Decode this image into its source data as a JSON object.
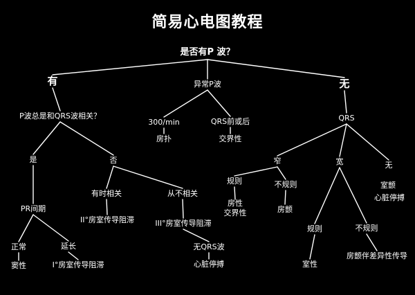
{
  "title": "简易心电图教程",
  "colors": {
    "background": "#000000",
    "line": "#ffffff",
    "text": "#ffffff"
  },
  "nodes": {
    "root": "是否有P 波？",
    "you": "有",
    "abnormal_p": "异常P波",
    "wu": "无",
    "p_qrs_related": "P波总是和QRS波相关？",
    "rate_300": "300/min",
    "flutter": "房扑",
    "qrs_before_after": "QRS前或后",
    "junctional": "交界性",
    "qrs": "QRS",
    "shi": "是",
    "fou": "否",
    "zhai": "窄",
    "kuan": "宽",
    "wu2": "无",
    "sometimes_related": "有时相关",
    "never_related": "从不相关",
    "regular": "规则",
    "irregular": "不规则",
    "vfib": "室颤",
    "cardiac_arrest_1": "心脏停搏",
    "pr_interval": "PR间期",
    "avb2": "II°房室传导阻滞",
    "avb3": "III°房室传导阻滞",
    "atrial_junctional": "房性\n交界性",
    "afib": "房颤",
    "wide_regular": "规则",
    "wide_irregular": "不规则",
    "normal": "正常",
    "prolonged": "延长",
    "no_qrs": "无QRS波",
    "sinus": "窦性",
    "avb1": "I°房室传导阻滞",
    "cardiac_arrest_2": "心脏停搏",
    "ventricular": "室性",
    "afib_aberrant": "房颤伴差异性传导"
  }
}
